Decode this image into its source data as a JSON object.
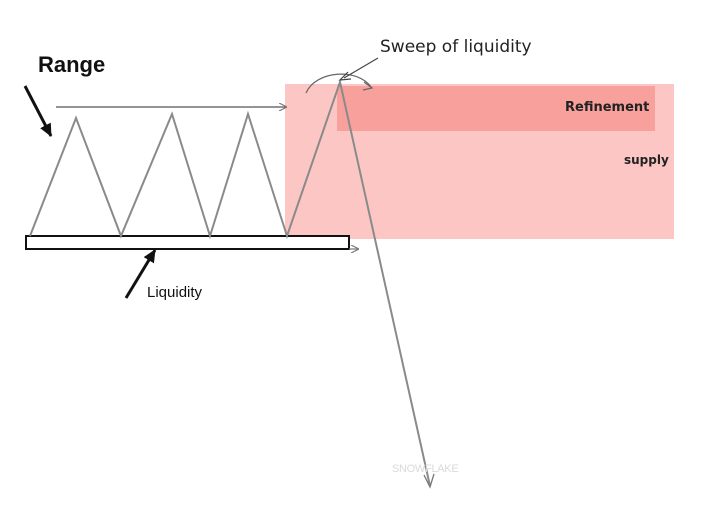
{
  "labels": {
    "range": "Range",
    "sweep": "Sweep of liquidity",
    "refinement": "Refinement",
    "supply": "supply",
    "liquidity": "Liquidity",
    "watermark": "SNOWFLAKE"
  },
  "colors": {
    "supply_zone": "#fcc6c4",
    "refinement_zone": "#f7a09c",
    "price_line": "#8a8a8a",
    "arrow": "#111111"
  }
}
